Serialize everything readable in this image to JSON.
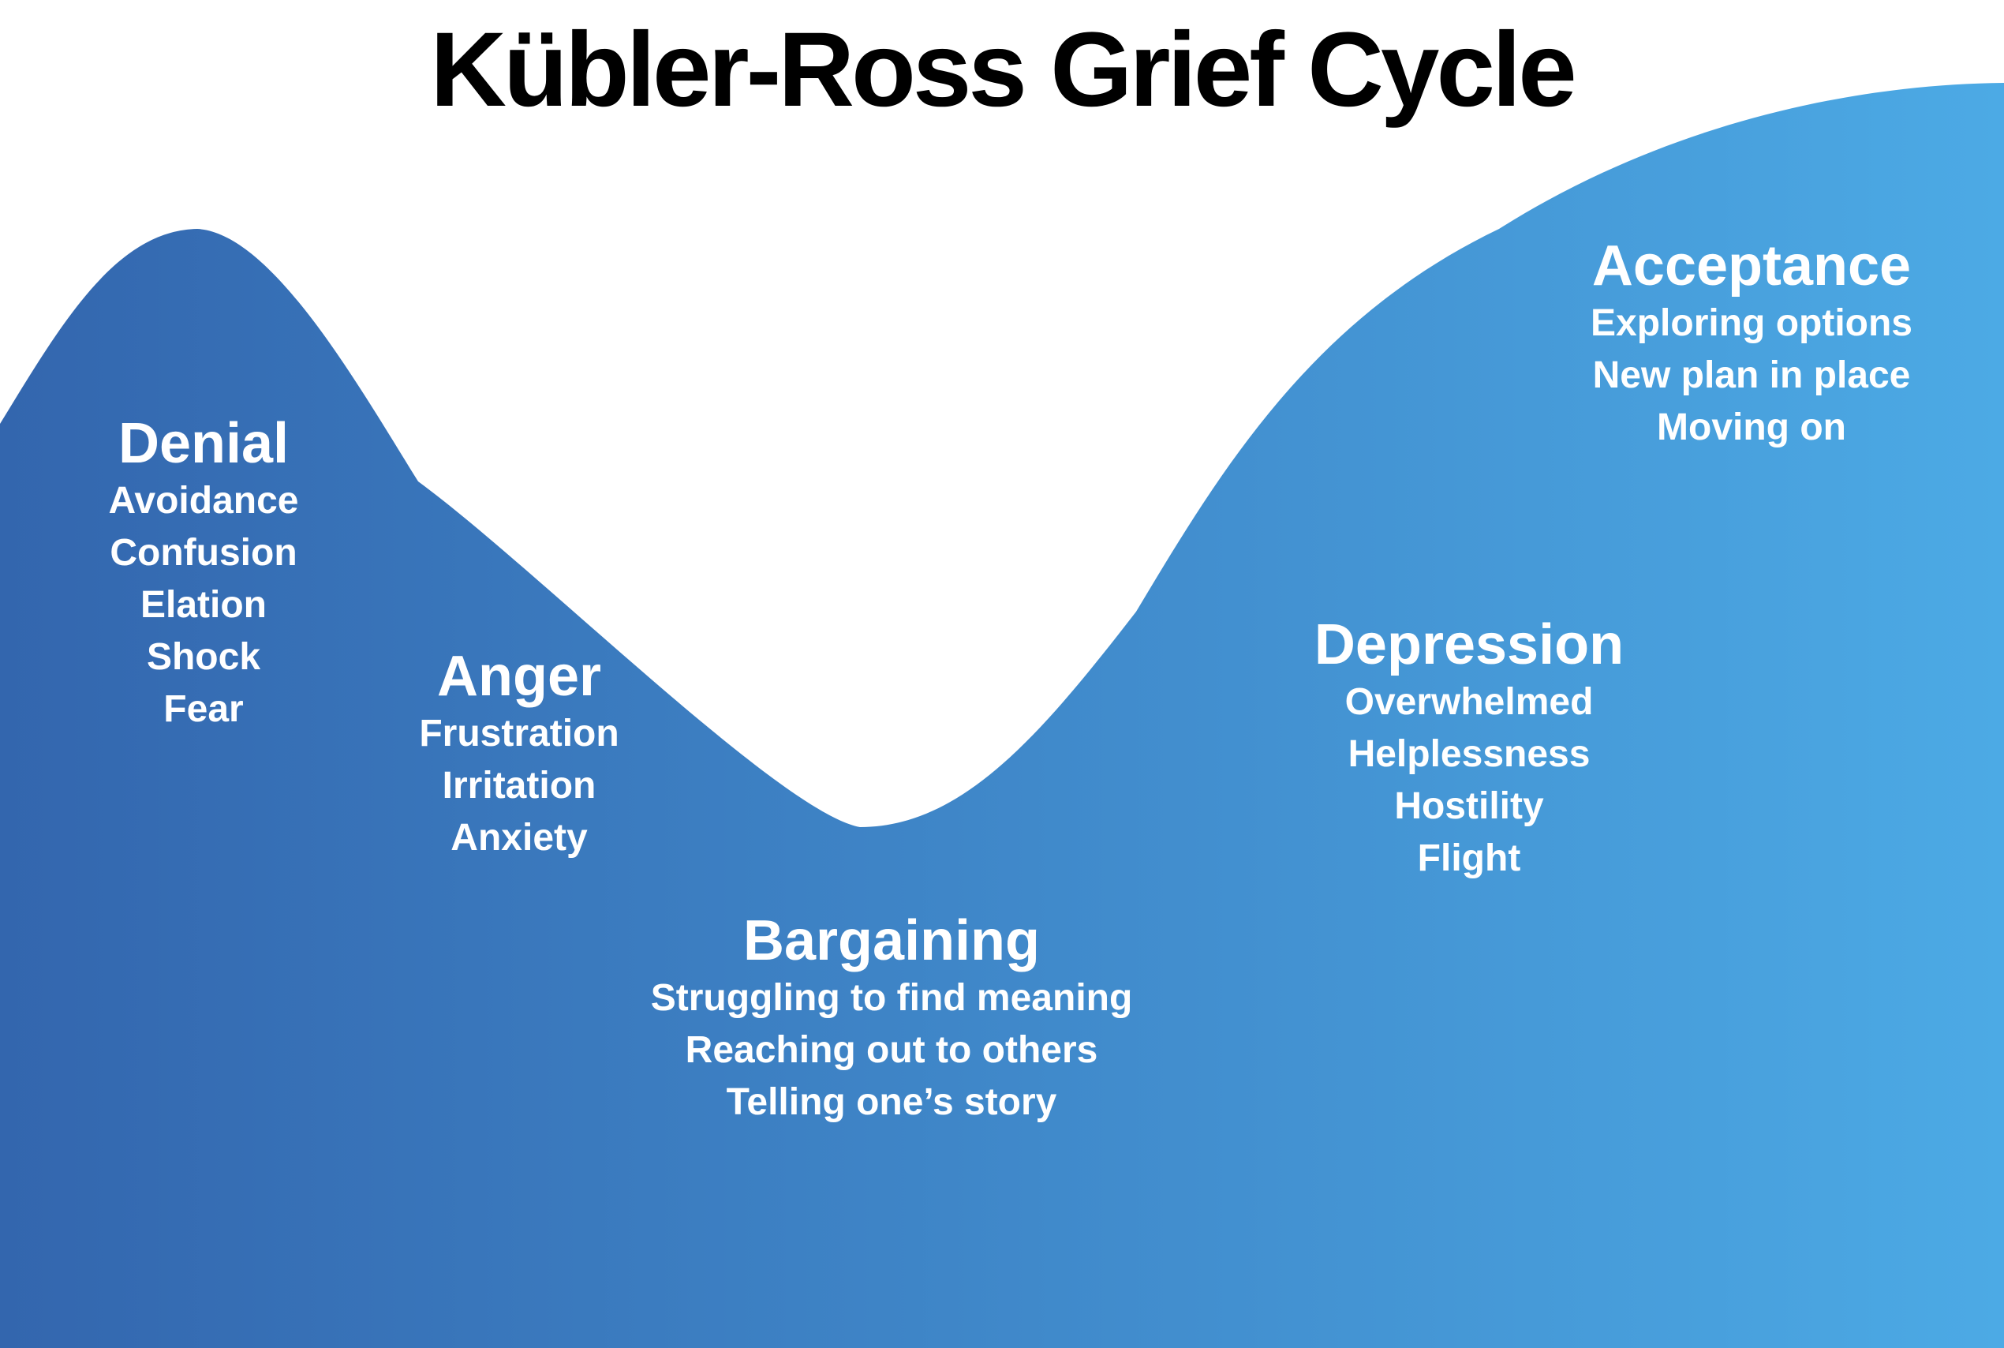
{
  "title": "Kübler-Ross Grief Cycle",
  "stages": [
    {
      "name": "Denial",
      "items": [
        "Avoidance",
        "Confusion",
        "Elation",
        "Shock",
        "Fear"
      ]
    },
    {
      "name": "Anger",
      "items": [
        "Frustration",
        "Irritation",
        "Anxiety"
      ]
    },
    {
      "name": "Bargaining",
      "items": [
        "Struggling to find meaning",
        "Reaching out to others",
        "Telling one’s story"
      ]
    },
    {
      "name": "Depression",
      "items": [
        "Overwhelmed",
        "Helplessness",
        "Hostility",
        "Flight"
      ]
    },
    {
      "name": "Acceptance",
      "items": [
        "Exploring options",
        "New plan in place",
        "Moving on"
      ]
    }
  ],
  "colors": {
    "background": "#ffffff",
    "title_text": "#000000",
    "stage_text": "#ffffff",
    "wave_gradient_left": "#3366ae",
    "wave_gradient_right": "#4caae5"
  }
}
